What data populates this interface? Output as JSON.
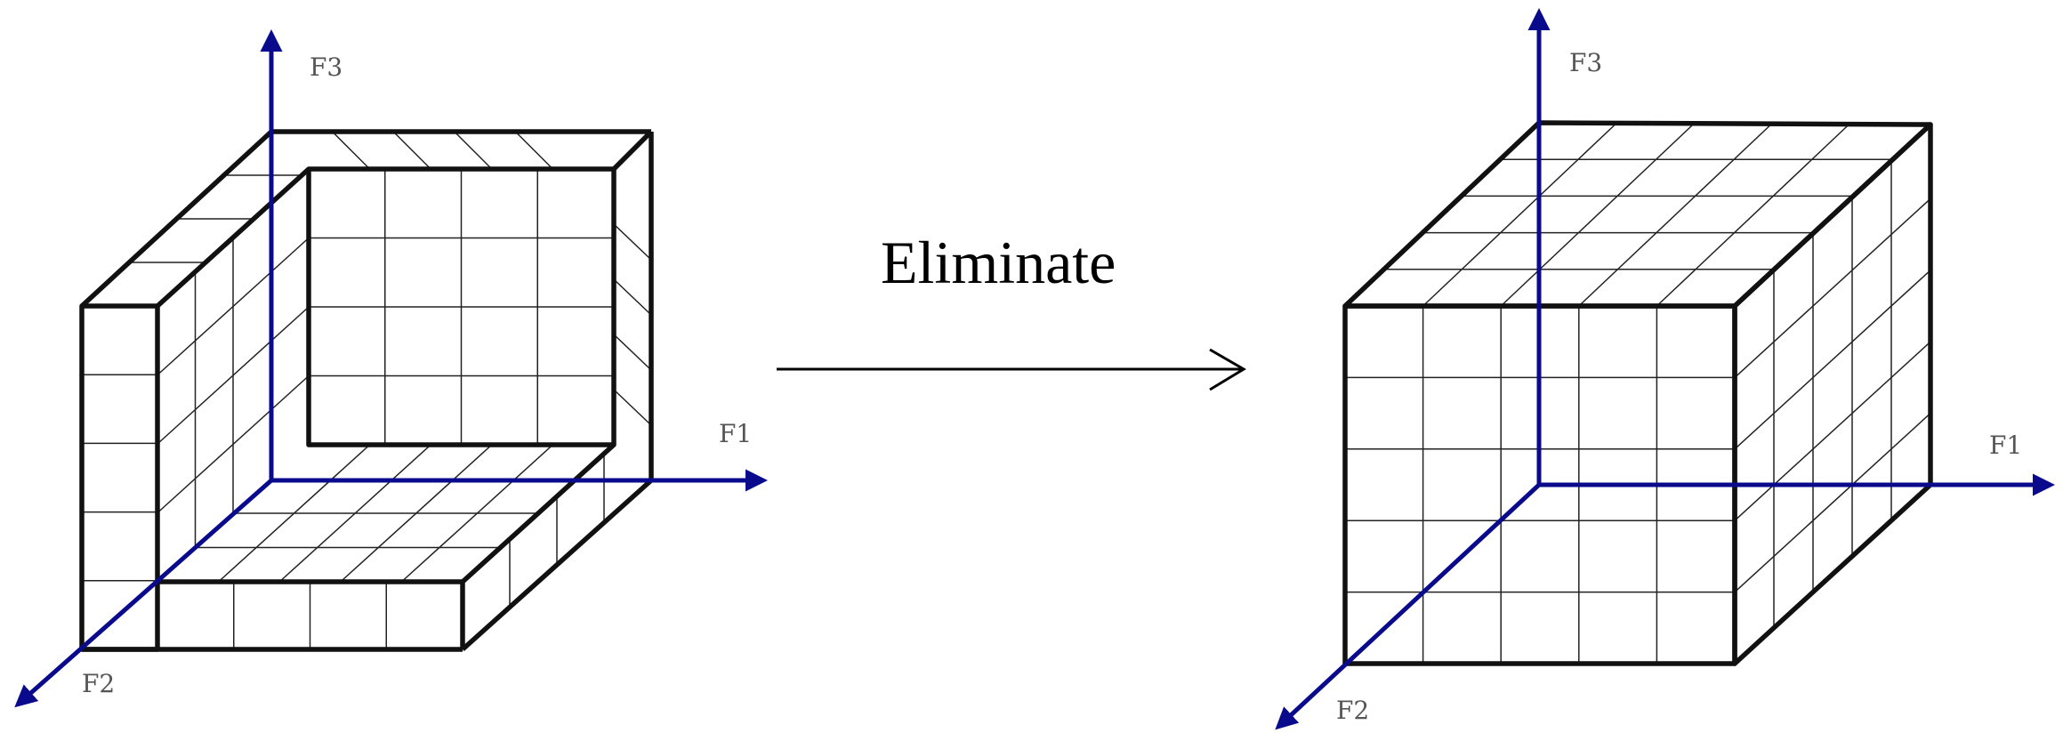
{
  "left_figure": {
    "axes": {
      "f1": "F1",
      "f2": "F2",
      "f3": "F3"
    },
    "colors": {
      "axis": "#0a0a8c",
      "edge": "#111111"
    }
  },
  "transition": {
    "caption": "Eliminate",
    "icon": "right-arrow-icon"
  },
  "right_figure": {
    "axes": {
      "f1": "F1",
      "f2": "F2",
      "f3": "F3"
    },
    "colors": {
      "axis": "#0a0a8c",
      "edge": "#111111"
    }
  }
}
